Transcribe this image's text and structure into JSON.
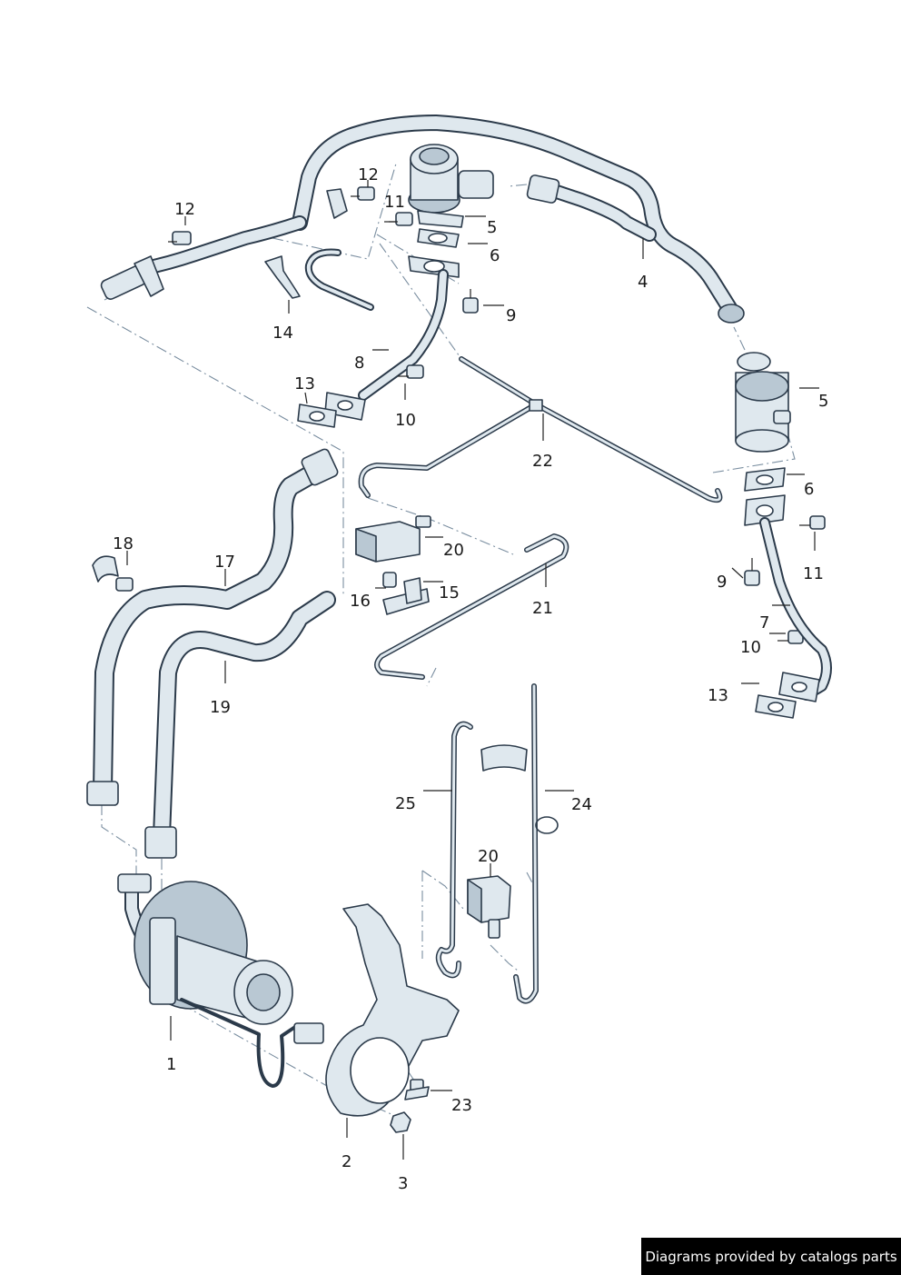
{
  "diagram": {
    "callouts": [
      {
        "id": "c1",
        "label": "1"
      },
      {
        "id": "c2",
        "label": "2"
      },
      {
        "id": "c3",
        "label": "3"
      },
      {
        "id": "c4",
        "label": "4"
      },
      {
        "id": "c5a",
        "label": "5"
      },
      {
        "id": "c5b",
        "label": "5"
      },
      {
        "id": "c6a",
        "label": "6"
      },
      {
        "id": "c6b",
        "label": "6"
      },
      {
        "id": "c7",
        "label": "7"
      },
      {
        "id": "c8",
        "label": "8"
      },
      {
        "id": "c9a",
        "label": "9"
      },
      {
        "id": "c9b",
        "label": "9"
      },
      {
        "id": "c10a",
        "label": "10"
      },
      {
        "id": "c10b",
        "label": "10"
      },
      {
        "id": "c11a",
        "label": "11"
      },
      {
        "id": "c11b",
        "label": "11"
      },
      {
        "id": "c12a",
        "label": "12"
      },
      {
        "id": "c12b",
        "label": "12"
      },
      {
        "id": "c13a",
        "label": "13"
      },
      {
        "id": "c13b",
        "label": "13"
      },
      {
        "id": "c14",
        "label": "14"
      },
      {
        "id": "c15",
        "label": "15"
      },
      {
        "id": "c16",
        "label": "16"
      },
      {
        "id": "c17",
        "label": "17"
      },
      {
        "id": "c18",
        "label": "18"
      },
      {
        "id": "c19",
        "label": "19"
      },
      {
        "id": "c20a",
        "label": "20"
      },
      {
        "id": "c20b",
        "label": "20"
      },
      {
        "id": "c21",
        "label": "21"
      },
      {
        "id": "c22",
        "label": "22"
      },
      {
        "id": "c23",
        "label": "23"
      },
      {
        "id": "c24",
        "label": "24"
      },
      {
        "id": "c25",
        "label": "25"
      }
    ],
    "colors": {
      "part_fill": "#dfe8ee",
      "part_shade": "#b9c8d3",
      "outline": "#2b3a4a",
      "leader": "#222222",
      "dash": "#7a8ea0"
    }
  },
  "credit": {
    "text": "Diagrams provided by catalogs parts"
  }
}
